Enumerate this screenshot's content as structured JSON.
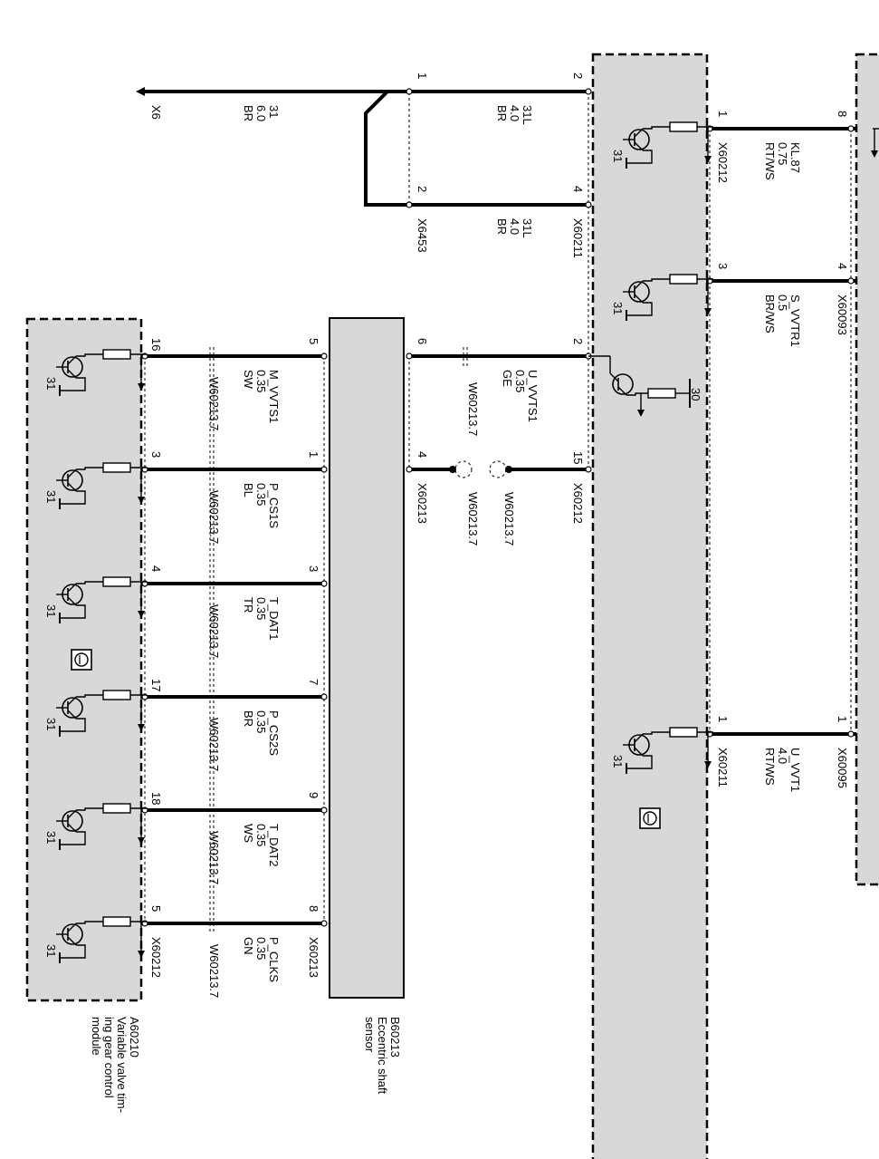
{
  "ground_label": "X6",
  "top_wire": {
    "l1": "31",
    "l2": "6.0",
    "l3": "BR"
  },
  "top_box": {
    "pin_tl": "1",
    "pin_tr": "2",
    "pin_bl": "2",
    "pin_br": "4",
    "w1": {
      "l1": "31L",
      "l2": "4.0",
      "l3": "BR"
    },
    "w2": {
      "l1": "31L",
      "l2": "4.0",
      "l3": "BR"
    },
    "conn_left": "X6453",
    "conn_right": "X60211"
  },
  "right_wires": [
    {
      "pin_l": "1",
      "pin_r": "8",
      "l1": "KL.87",
      "l2": "0.75",
      "l3": "RT/WS",
      "conn": "X60212"
    },
    {
      "pin_l": "3",
      "pin_r": "4",
      "l1": "S_VVTR1",
      "l2": "0.5",
      "l3": "BR/WS",
      "conn": "X60093"
    },
    {
      "pin_l": "1",
      "pin_r": "1",
      "l1": "U_VVT1",
      "l2": "4.0",
      "l3": "RT/WS",
      "conn_l": "X60211",
      "conn_r": "X60095"
    }
  ],
  "ground_num": "31",
  "supply_num": "30",
  "sensor_wires": [
    {
      "pin_l": "6",
      "pin_r": "2",
      "l1": "U_VVTS1",
      "l2": "0.35",
      "l3": "GE",
      "ref": "W60213.7"
    },
    {
      "pin_l": "4",
      "pin_r": "15",
      "ref_l": "W60213.7",
      "ref_r": "W60213.7",
      "conn_l": "X60213",
      "conn_r": "X60212"
    }
  ],
  "module_wires": [
    {
      "pin_l": "16",
      "pin_r": "5",
      "l1": "M_VVTS1",
      "l2": "0.35",
      "l3": "SW",
      "ref": "W60213.7"
    },
    {
      "pin_l": "3",
      "pin_r": "1",
      "l1": "P_CS1S",
      "l2": "0.35",
      "l3": "BL",
      "ref": "W60213.7"
    },
    {
      "pin_l": "4",
      "pin_r": "3",
      "l1": "T_DAT1",
      "l2": "0.35",
      "l3": "TR",
      "ref": "W60213.7"
    },
    {
      "pin_l": "17",
      "pin_r": "7",
      "l1": "P_CS2S",
      "l2": "0.35",
      "l3": "BR",
      "ref": "W60213.7"
    },
    {
      "pin_l": "18",
      "pin_r": "9",
      "l1": "T_DAT2",
      "l2": "0.35",
      "l3": "WS",
      "ref": "W60213.7"
    },
    {
      "pin_l": "5",
      "pin_r": "8",
      "l1": "P_CLKS",
      "l2": "0.35",
      "l3": "GN",
      "ref": "W60213.7",
      "conn_l": "X60212",
      "conn_r": "X60213"
    }
  ],
  "sensor_component": {
    "id": "B60213",
    "desc1": "Eccentric shaft",
    "desc2": "sensor"
  },
  "module_component": {
    "id": "A60210",
    "desc1": "Variable valve tim-",
    "desc2": "ing gear control",
    "desc3": "module"
  }
}
